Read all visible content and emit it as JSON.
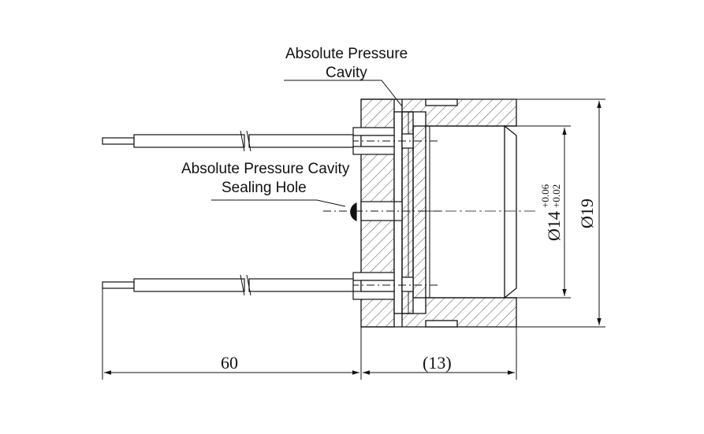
{
  "callouts": {
    "cavity_line1": "Absolute Pressure",
    "cavity_line2": "Cavity",
    "hole_line1": "Absolute Pressure Cavity",
    "hole_line2": "Sealing Hole"
  },
  "dimensions": {
    "lead_length": "60",
    "body_length": "(13)",
    "outer_diameter": "Ø19",
    "inner_diameter": "Ø14",
    "inner_tol_upper": "+0.06",
    "inner_tol_lower": "+0.02"
  },
  "colors": {
    "line": "#111111",
    "hatch": "#444444",
    "seal_ball": "#111111"
  }
}
